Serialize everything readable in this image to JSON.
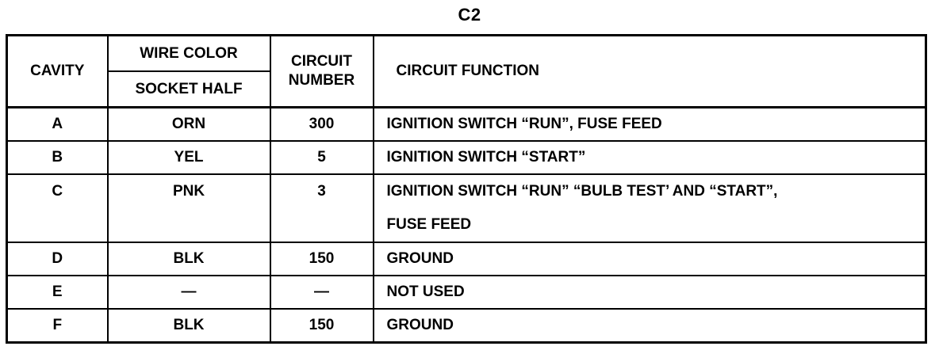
{
  "title": "C2",
  "headers": {
    "cavity": "CAVITY",
    "wire_color": "WIRE COLOR",
    "socket_half": "SOCKET HALF",
    "circuit_number_line1": "CIRCUIT",
    "circuit_number_line2": "NUMBER",
    "circuit_function": "CIRCUIT FUNCTION"
  },
  "rows": [
    {
      "cavity": "A",
      "color": "ORN",
      "number": "300",
      "function": "IGNITION SWITCH “RUN”, FUSE FEED"
    },
    {
      "cavity": "B",
      "color": "YEL",
      "number": "5",
      "function": "IGNITION SWITCH “START”"
    },
    {
      "cavity": "C",
      "color": "PNK",
      "number": "3",
      "function": "IGNITION SWITCH “RUN” “BULB TEST’ AND “START”,",
      "function2": "FUSE FEED"
    },
    {
      "cavity": "D",
      "color": "BLK",
      "number": "150",
      "function": "GROUND"
    },
    {
      "cavity": "E",
      "color": "—",
      "number": "—",
      "function": "NOT USED"
    },
    {
      "cavity": "F",
      "color": "BLK",
      "number": "150",
      "function": "GROUND"
    }
  ]
}
